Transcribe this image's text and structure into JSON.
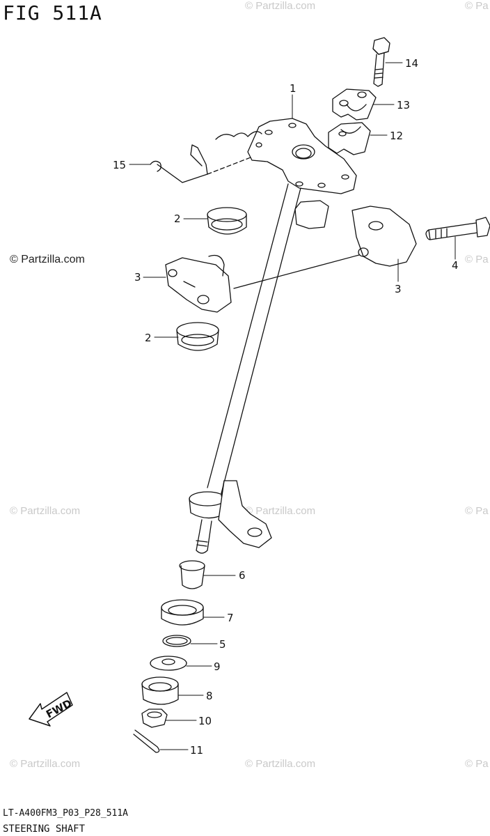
{
  "header": {
    "title": "FIG 511A",
    "subtitle": "FIG 511A"
  },
  "watermarks": {
    "top_center": "© Partzilla.com",
    "top_right": "© Pa",
    "mid_left": "© Partzilla.com",
    "mid_right": "© Pa",
    "row2_left": "© Partzilla.com",
    "row2_center": "© Partzilla.com",
    "row2_right": "© Pa",
    "row3_left": "© Partzilla.com",
    "row3_center": "© Partzilla.com",
    "row3_right": "© Pa"
  },
  "callouts": {
    "c1": "1",
    "c2a": "2",
    "c2b": "2",
    "c3a": "3",
    "c3b": "3",
    "c4": "4",
    "c5": "5",
    "c6": "6",
    "c7": "7",
    "c8": "8",
    "c9": "9",
    "c10": "10",
    "c11": "11",
    "c12": "12",
    "c13": "13",
    "c14": "14",
    "c15": "15"
  },
  "fwd_label": "FWD",
  "footer": {
    "code": "LT-A400FM3_P03_P28_511A",
    "caption": "STEERING SHAFT"
  }
}
